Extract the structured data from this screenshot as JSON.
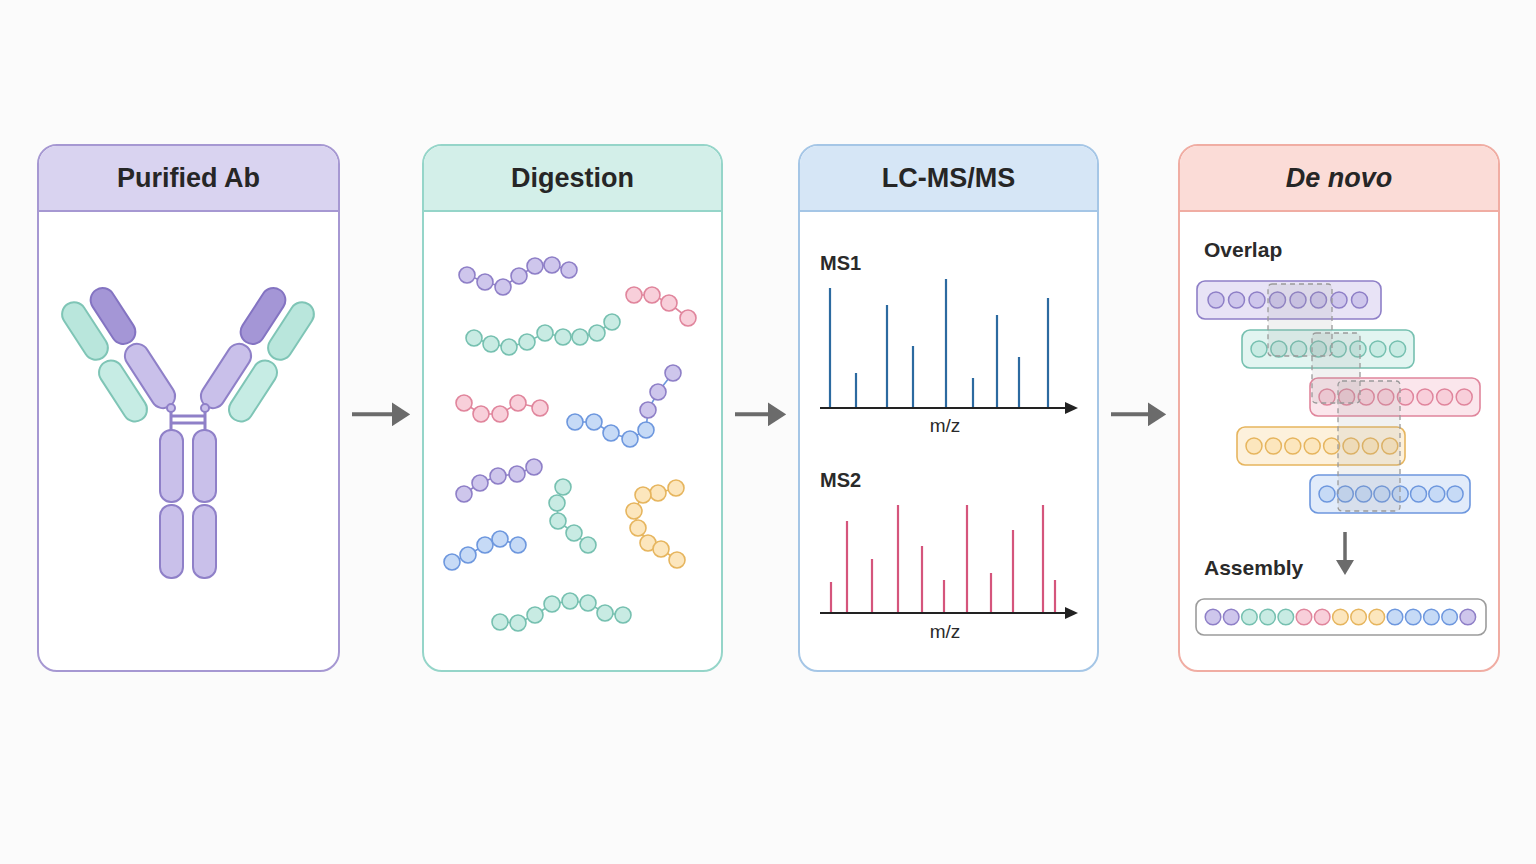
{
  "diagram": {
    "nodes": [
      {
        "text": [
          "Purified Ab"
        ]
      },
      {
        "text": [
          "Digestion"
        ]
      },
      {
        "text": [
          "LC-MS/MS"
        ]
      },
      {
        "text": [
          "De novo"
        ]
      }
    ],
    "edges": [
      {
        "from": 0,
        "to": 1,
        "arrow": "to"
      },
      {
        "from": 1,
        "to": 2,
        "arrow": "to"
      },
      {
        "from": 2,
        "to": 3,
        "arrow": "to"
      }
    ],
    "labels": [
      "MS1",
      "m/z",
      "MS2",
      "m/z",
      "Overlap",
      "Assembly"
    ]
  }
}
